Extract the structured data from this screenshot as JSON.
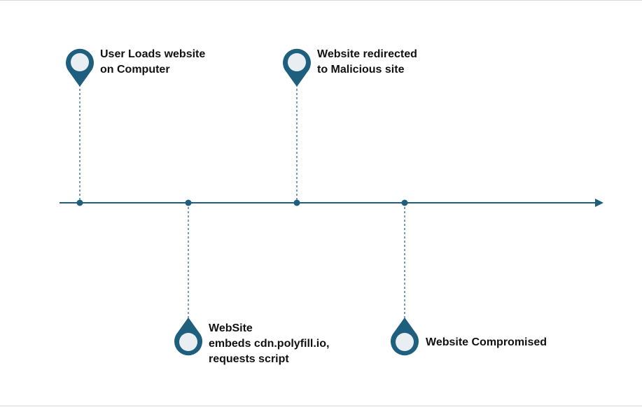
{
  "colors": {
    "accent": "#1f5f7e",
    "pin_fill": "#e8eef2",
    "text": "#111111"
  },
  "events": [
    {
      "lines": [
        "User Loads website",
        "on Computer"
      ],
      "side": "above"
    },
    {
      "lines": [
        "WebSite",
        "embeds cdn.polyfill.io,",
        "requests script"
      ],
      "side": "below"
    },
    {
      "lines": [
        "Website redirected",
        "to Malicious site"
      ],
      "side": "above"
    },
    {
      "lines": [
        "Website Compromised"
      ],
      "side": "below"
    }
  ]
}
